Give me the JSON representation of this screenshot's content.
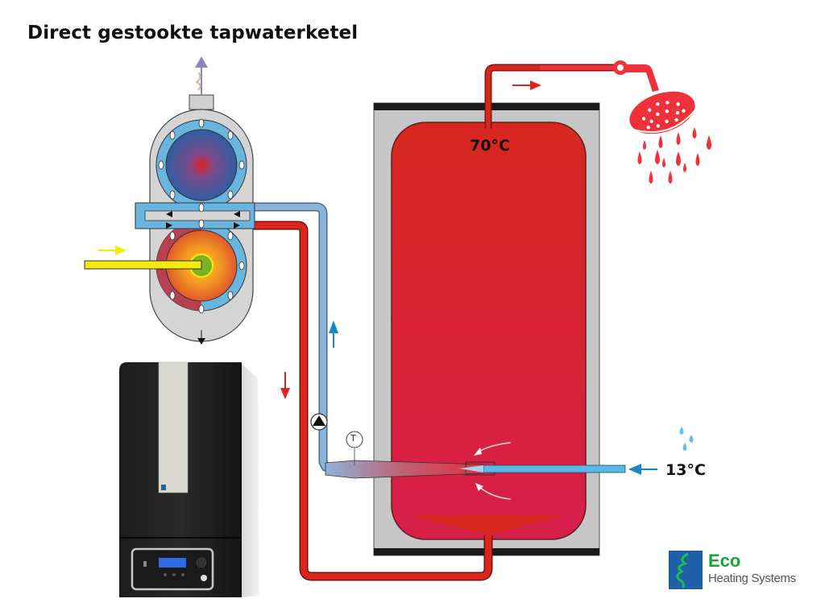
{
  "title": "Direct gestookte tapwaterketel",
  "labels": {
    "hot_water_temp": "70°C",
    "cold_water_temp": "13°C",
    "thermostat_symbol": "T"
  },
  "logo": {
    "brand": "Eco",
    "tagline": "Heating Systems"
  },
  "colors": {
    "hot_pipe": "#d9251d",
    "cold_pipe": "#89b4dc",
    "tank_top": "#d8261f",
    "tank_bottom": "#d81f4b",
    "tank_shell": "#c8c8c8",
    "tank_cap": "#1a1a1a",
    "shower": "#f0303a",
    "gas_line": "#f5ea10",
    "burner": "#7ab320",
    "cold_arrow": "#1a86c8",
    "logo_blue": "#2060a8",
    "logo_green": "#17a53b"
  },
  "components": [
    {
      "id": "heat-exchanger",
      "name": "Warmtewisselaar"
    },
    {
      "id": "boiler-unit",
      "name": "Ketel"
    },
    {
      "id": "storage-tank",
      "name": "Boiler / voorraadvat"
    },
    {
      "id": "pump",
      "name": "Circulatiepomp"
    },
    {
      "id": "thermostat",
      "name": "Temperatuursensor"
    },
    {
      "id": "shower",
      "name": "Douche"
    }
  ]
}
